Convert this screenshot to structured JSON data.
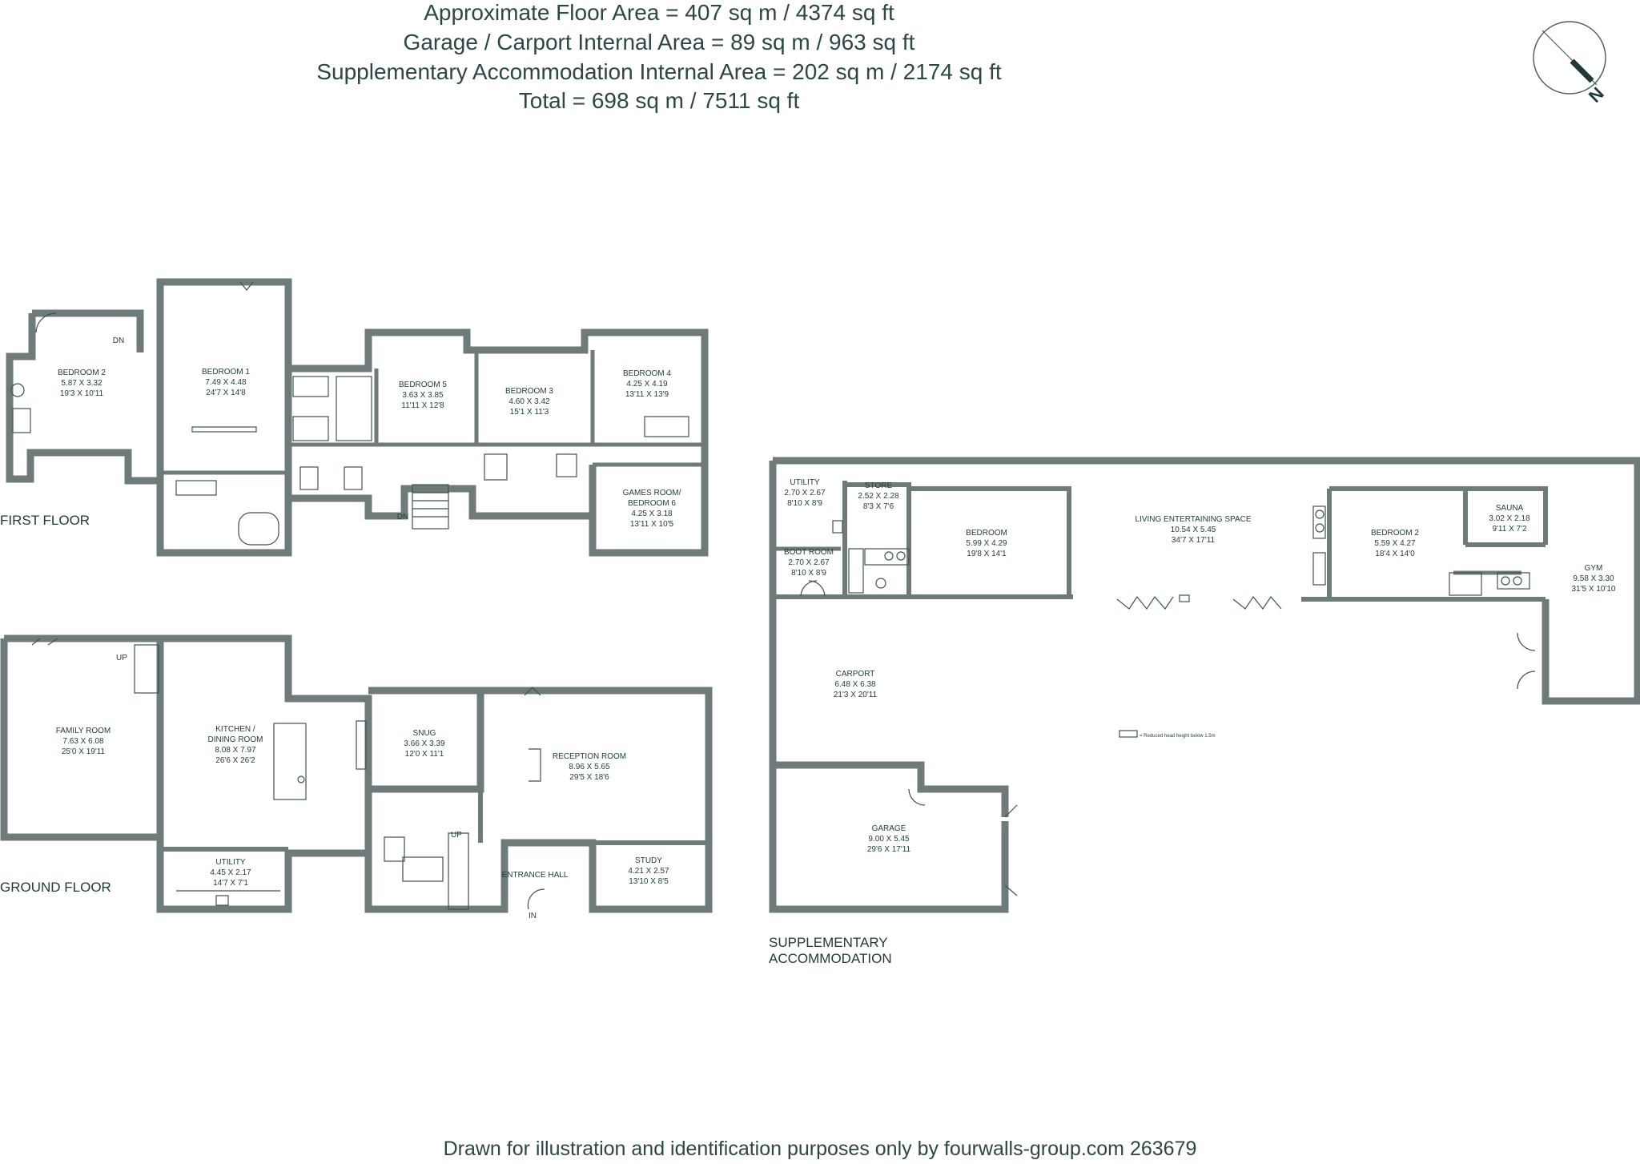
{
  "header": {
    "line1": "Approximate Floor Area  = 407 sq m / 4374 sq ft",
    "line2": "Garage / Carport Internal Area = 89 sq m / 963 sq ft",
    "line3": "Supplementary Accommodation Internal Area    = 202 sq m / 2174 sq ft",
    "line4": "Total = 698 sq m / 7511 sq ft"
  },
  "compass": {
    "label": "N"
  },
  "floors": {
    "first": "FIRST FLOOR",
    "ground": "GROUND FLOOR",
    "supp_line1": "SUPPLEMENTARY",
    "supp_line2": "ACCOMMODATION"
  },
  "rooms": {
    "ff_bedroom2": {
      "name": "BEDROOM 2",
      "m": "5.87 X 3.32",
      "ft": "19'3 X 10'11"
    },
    "ff_bedroom1": {
      "name": "BEDROOM 1",
      "m": "7.49 X 4.48",
      "ft": "24'7 X 14'8"
    },
    "ff_bedroom5": {
      "name": "BEDROOM 5",
      "m": "3.63 X 3.85",
      "ft": "11'11 X 12'8"
    },
    "ff_bedroom3": {
      "name": "BEDROOM 3",
      "m": "4.60 X 3.42",
      "ft": "15'1 X 11'3"
    },
    "ff_bedroom4": {
      "name": "BEDROOM 4",
      "m": "4.25 X 4.19",
      "ft": "13'11 X 13'9"
    },
    "ff_games": {
      "name": "GAMES ROOM/",
      "name2": "BEDROOM 6",
      "m": "4.25 X 3.18",
      "ft": "13'11 X 10'5"
    },
    "gf_family": {
      "name": "FAMILY ROOM",
      "m": "7.63 X 6.08",
      "ft": "25'0 X 19'11"
    },
    "gf_kitchen": {
      "name": "KITCHEN /",
      "name2": "DINING ROOM",
      "m": "8.08 X 7.97",
      "ft": "26'6 X 26'2"
    },
    "gf_snug": {
      "name": "SNUG",
      "m": "3.66 X 3.39",
      "ft": "12'0 X 11'1"
    },
    "gf_reception": {
      "name": "RECEPTION ROOM",
      "m": "8.96 X 5.65",
      "ft": "29'5 X 18'6"
    },
    "gf_utility": {
      "name": "UTILITY",
      "m": "4.45 X 2.17",
      "ft": "14'7 X 7'1"
    },
    "gf_entrance": {
      "name": "ENTRANCE HALL"
    },
    "gf_study": {
      "name": "STUDY",
      "m": "4.21 X 2.57",
      "ft": "13'10 X 8'5"
    },
    "sa_utility": {
      "name": "UTILITY",
      "m": "2.70 X 2.67",
      "ft": "8'10 X 8'9"
    },
    "sa_store": {
      "name": "STORE",
      "m": "2.52 X 2.28",
      "ft": "8'3 X 7'6"
    },
    "sa_bedroom": {
      "name": "BEDROOM",
      "m": "5.99 X 4.29",
      "ft": "19'8 X 14'1"
    },
    "sa_living": {
      "name": "LIVING ENTERTAINING SPACE",
      "m": "10.54 X 5.45",
      "ft": "34'7 X 17'11"
    },
    "sa_bedroom2": {
      "name": "BEDROOM 2",
      "m": "5.59 X 4.27",
      "ft": "18'4 X 14'0"
    },
    "sa_sauna": {
      "name": "SAUNA",
      "m": "3.02 X 2.18",
      "ft": "9'11 X 7'2"
    },
    "sa_gym": {
      "name": "GYM",
      "m": "9.58 X 3.30",
      "ft": "31'5 X 10'10"
    },
    "sa_boot": {
      "name": "BOOT ROOM",
      "m": "2.70 X 2.67",
      "ft": "8'10 X 8'9"
    },
    "sa_carport": {
      "name": "CARPORT",
      "m": "6.48 X 6.38",
      "ft": "21'3 X 20'11"
    },
    "sa_garage": {
      "name": "GARAGE",
      "m": "9.00 X 5.45",
      "ft": "29'6 X 17'11"
    }
  },
  "stair_marks": {
    "dn1": "DN",
    "dn2": "DN",
    "up1": "UP",
    "up2": "UP",
    "in": "IN"
  },
  "legend": {
    "text": "= Reduced head height below 1.5m"
  },
  "footer": {
    "text": "Drawn for illustration and identification purposes only by fourwalls-group.com 263679"
  },
  "colors": {
    "wall": "#7d8787",
    "line": "#3f5252",
    "text": "#1f3a3a"
  }
}
